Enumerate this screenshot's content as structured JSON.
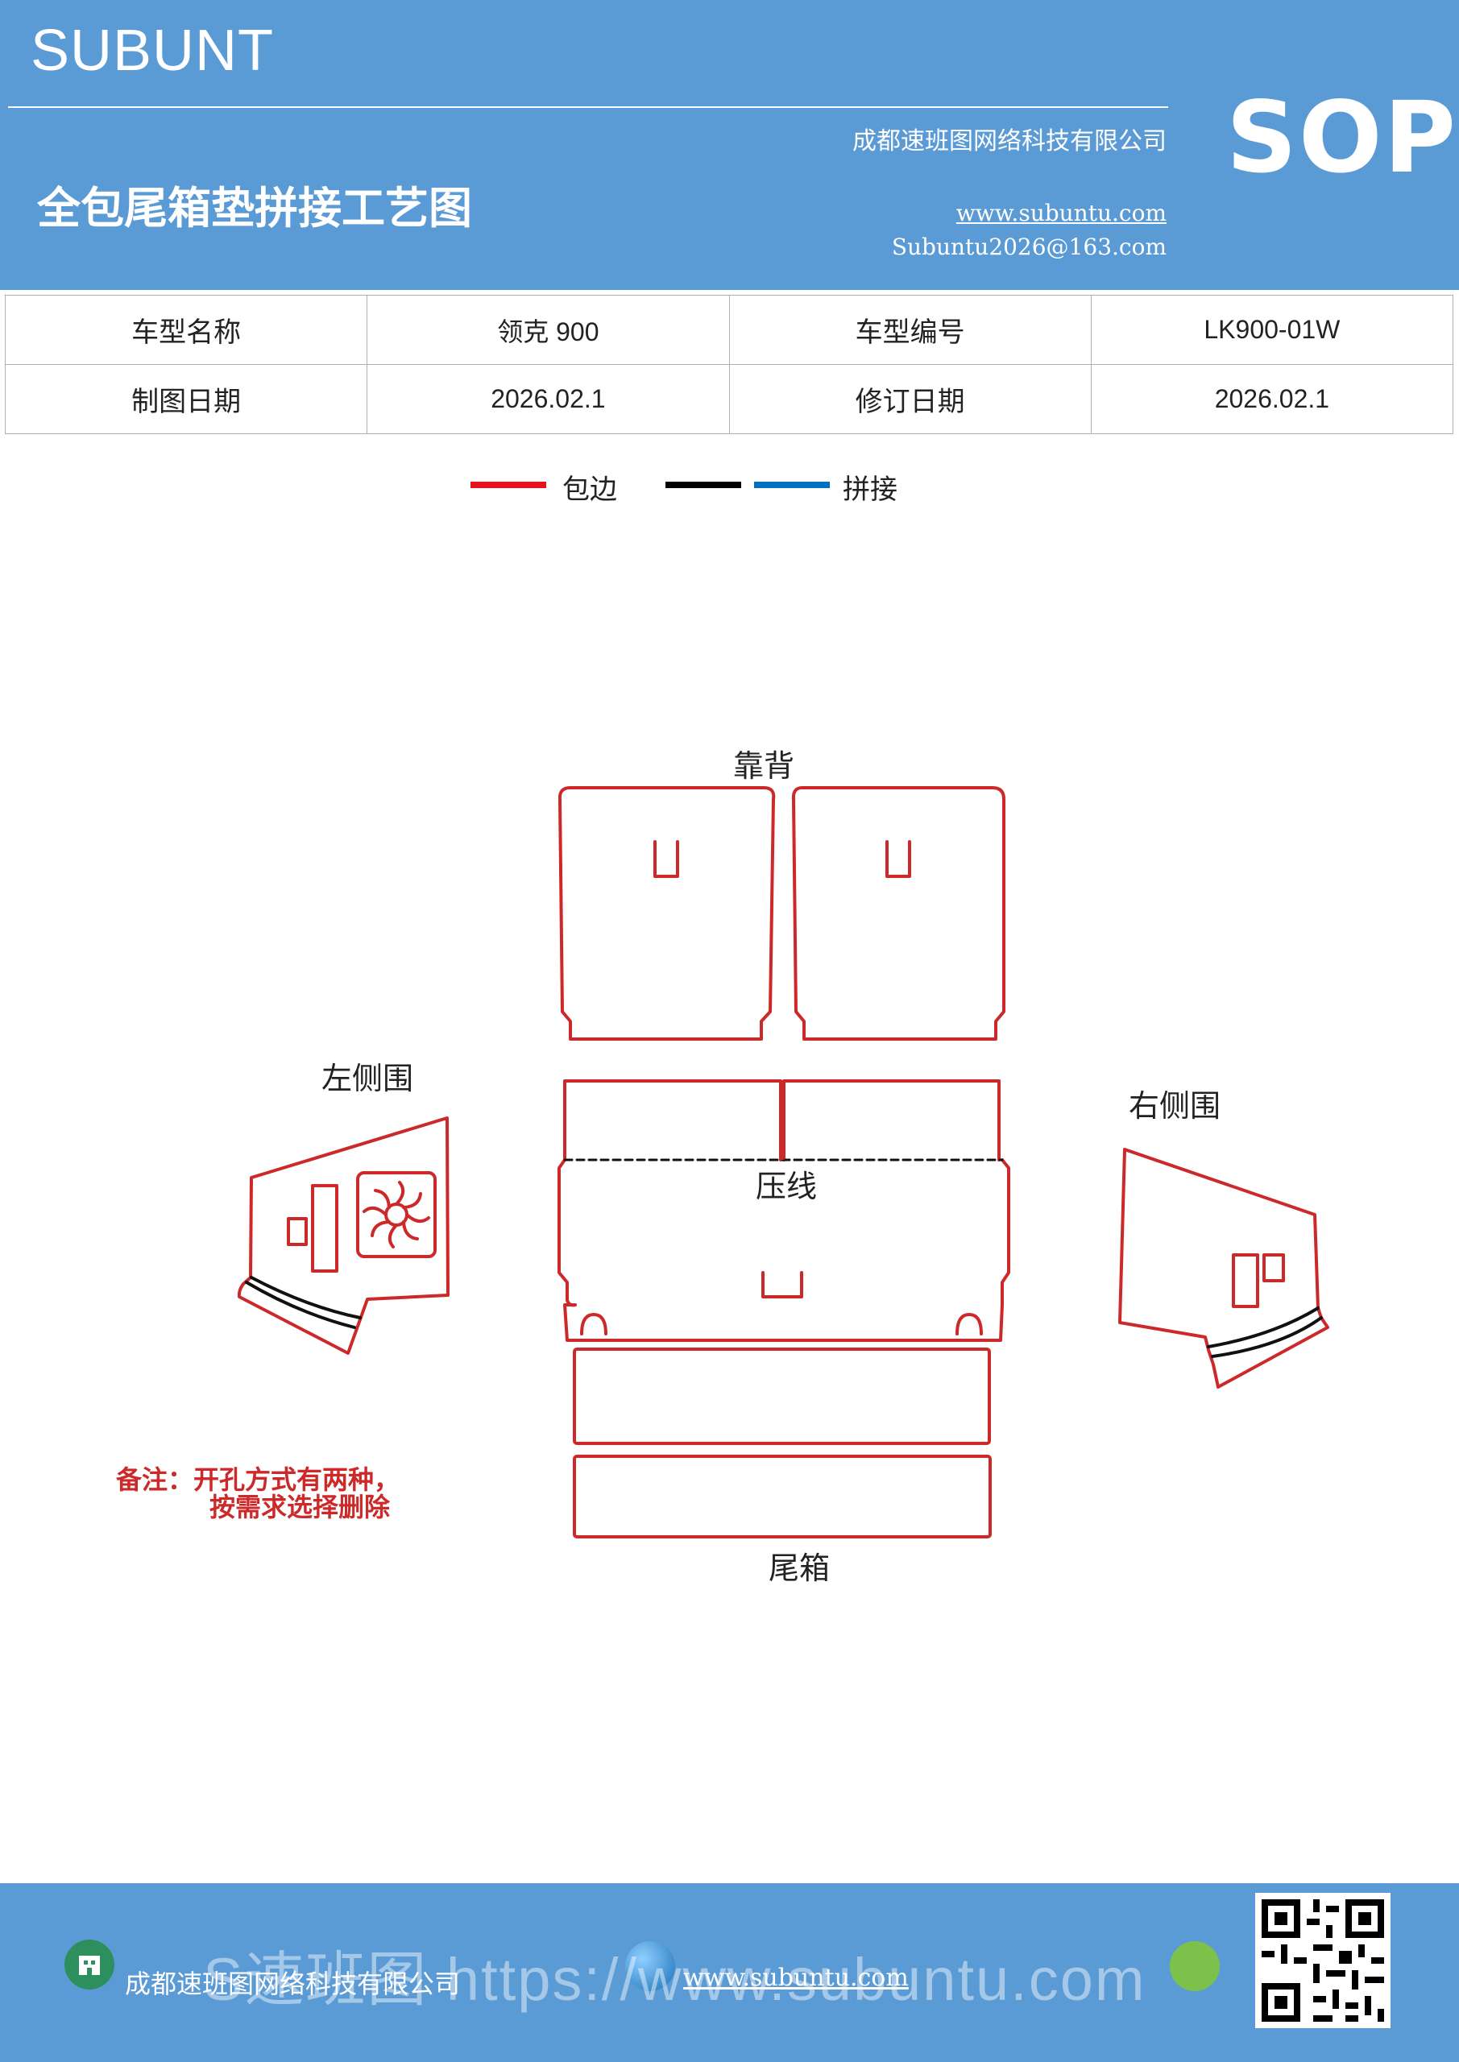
{
  "header": {
    "brand": "SUBUNT",
    "company": "成都速班图网络科技有限公司",
    "title": "全包尾箱垫拼接工艺图",
    "website": "www.subuntu.com",
    "email": "Subuntu2026@163.com",
    "badge": "SOP"
  },
  "info_table": {
    "rows": [
      [
        "车型名称",
        "领克 900",
        "车型编号",
        "LK900-01W"
      ],
      [
        "制图日期",
        "2026.02.1",
        "修订日期",
        "2026.02.1"
      ]
    ]
  },
  "legend": {
    "items": [
      {
        "label": "包边",
        "color": "#e8141b"
      },
      {
        "label": "拼接",
        "colors": [
          "#000000",
          "#0070c0"
        ]
      }
    ]
  },
  "diagram": {
    "labels": {
      "backrest": "靠背",
      "left_side": "左侧围",
      "right_side": "右侧围",
      "crease": "压线",
      "trunk": "尾箱"
    },
    "note_line1": "备注：开孔方式有两种，",
    "note_line2": "按需求选择删除",
    "outline_color": "#cc2a2a",
    "note_color": "#cc2a2a"
  },
  "footer": {
    "company": "成都速班图网络科技有限公司",
    "website": "www.subuntu.com",
    "watermark": "S速班图 https://www.subuntu.com"
  }
}
